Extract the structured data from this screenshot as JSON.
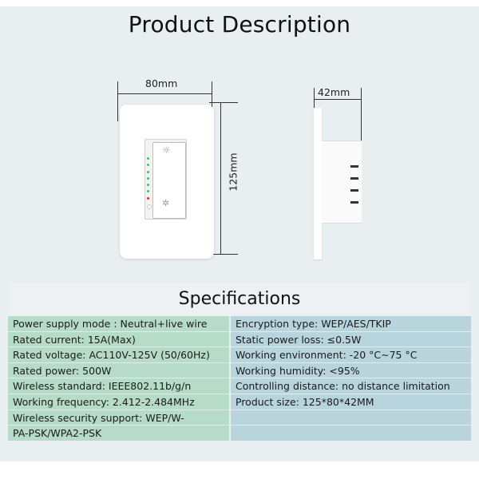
{
  "header": {
    "title": "Product Description"
  },
  "front_view": {
    "width_label": "80mm",
    "height_label": "125mm",
    "led_colors": [
      "#3cc85a",
      "#3cc85a",
      "#3cc85a",
      "#3cc85a",
      "#3cc85a",
      "#3cc85a",
      "#d83030"
    ],
    "icons": [
      "sun-bright-icon",
      "sun-dim-icon"
    ]
  },
  "side_view": {
    "depth_label": "42mm"
  },
  "specs": {
    "title": "Specifications",
    "left": [
      "Power supply mode : Neutral+live wire",
      "Rated current:  15A(Max)",
      "Rated voltage:  AC110V-125V (50/60Hz)",
      "Rated power:  500W",
      "Wireless standard:  IEEE802.11b/g/n",
      "Working frequency:  2.412-2.484MHz",
      "Wireless security support:  WEP/W-",
      "PA-PSK/WPA2-PSK"
    ],
    "right": [
      "Encryption type:  WEP/AES/TKIP",
      "Static power loss:  ≤0.5W",
      "Working environment:  -20  °C~75  °C",
      "Working humidity:  <95%",
      "Controlling distance: no distance limitation",
      "Product size:  125*80*42MM",
      "",
      ""
    ],
    "colors": {
      "left_bg": "#b6dbc8",
      "right_bg": "#b8d5de",
      "page_bg": "#e9eef1"
    }
  }
}
